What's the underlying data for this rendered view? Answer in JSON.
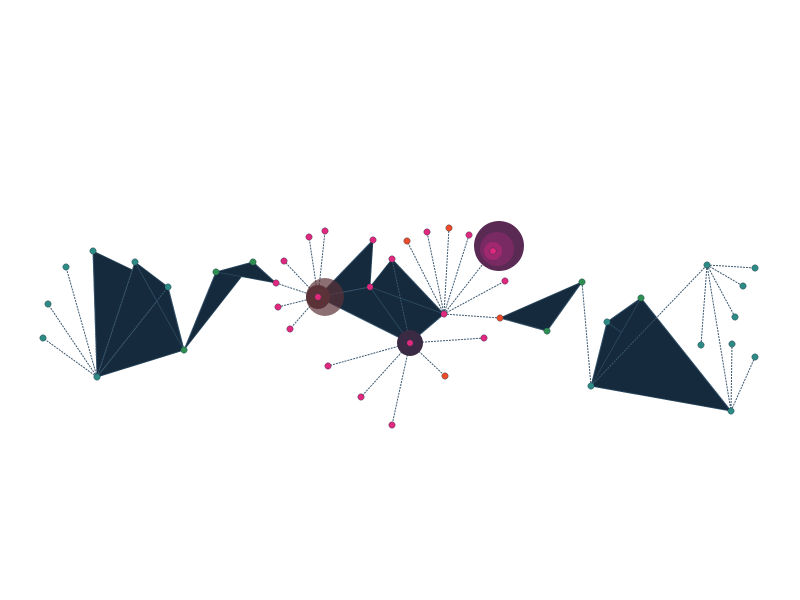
{
  "graph": {
    "colors": {
      "background": "#ffffff",
      "polygon_fill": "#152a3c",
      "polygon_stroke": "#2c4a60",
      "edge": "#3c5870",
      "edge_light": "#9fb2c2",
      "teal_node": "#2e8a84",
      "green_node": "#2f8f52",
      "pink_node": "#e0287e",
      "orange_node": "#ec4b2a",
      "purple_hub": "#5a2a55",
      "dark_hub": "#3a2a44",
      "brown_hub": "#5b3238"
    },
    "hubs": [
      {
        "id": "h-left",
        "color": "teal_node"
      },
      {
        "id": "h-mid-a",
        "color": "brown_hub"
      },
      {
        "id": "h-mid-b",
        "color": "dark_hub"
      },
      {
        "id": "h-mid-c",
        "color": "pink_node"
      },
      {
        "id": "h-purple",
        "color": "purple_hub"
      },
      {
        "id": "h-right-a",
        "color": "teal_node"
      },
      {
        "id": "h-right-b",
        "color": "teal_node"
      }
    ]
  }
}
